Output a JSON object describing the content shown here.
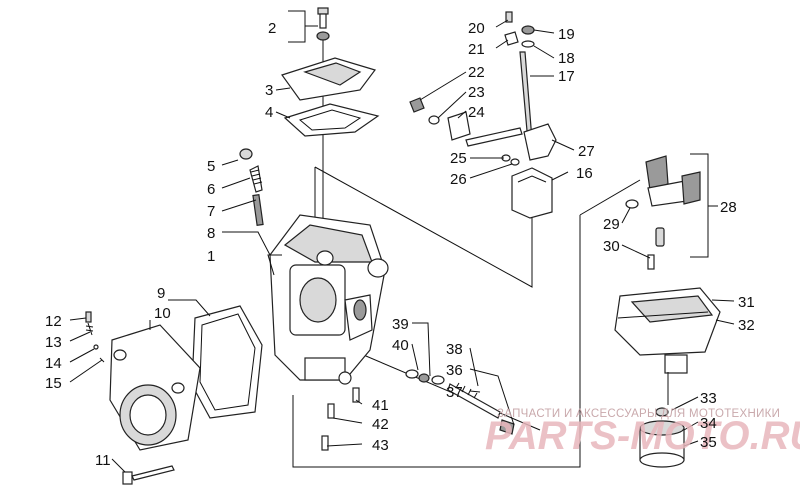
{
  "callouts": [
    "1",
    "2",
    "3",
    "4",
    "5",
    "6",
    "7",
    "8",
    "9",
    "10",
    "11",
    "12",
    "13",
    "14",
    "15",
    "16",
    "17",
    "18",
    "19",
    "20",
    "21",
    "22",
    "23",
    "24",
    "25",
    "26",
    "27",
    "28",
    "29",
    "30",
    "31",
    "32",
    "33",
    "34",
    "35",
    "36",
    "37",
    "38",
    "39",
    "40",
    "41",
    "42",
    "43"
  ],
  "watermark": {
    "caption": "ЗАПЧАСТИ И АКСЕССУАРЫ ДЛЯ МОТОТЕХНИКИ",
    "brand": "PARTS-MOTO.RU"
  },
  "colors": {
    "line": "#111111",
    "watermark_caption": "#c9a9ac",
    "watermark_brand": "#e8b7bd"
  }
}
